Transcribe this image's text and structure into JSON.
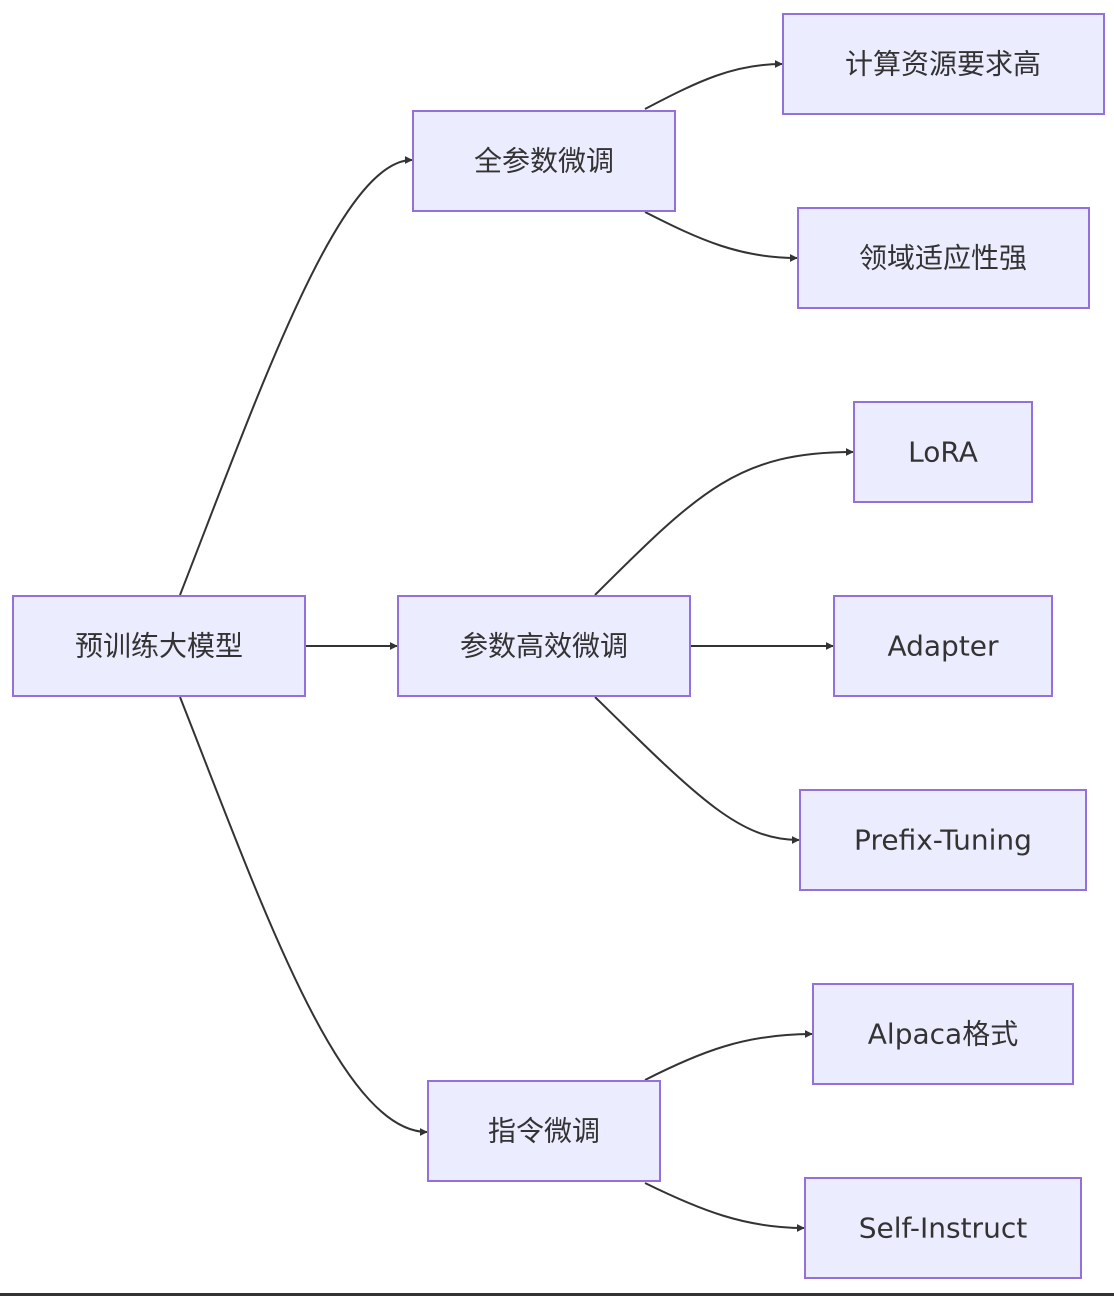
{
  "colors": {
    "node_fill": "#ECECFF",
    "node_border": "#9370DB",
    "edge": "#333333",
    "text": "#333333"
  },
  "nodes": {
    "root": {
      "label": "预训练大模型"
    },
    "full_finetune": {
      "label": "全参数微调"
    },
    "peft": {
      "label": "参数高效微调"
    },
    "instruct": {
      "label": "指令微调"
    },
    "compute_high": {
      "label": "计算资源要求高"
    },
    "domain_adapt": {
      "label": "领域适应性强"
    },
    "lora": {
      "label": "LoRA"
    },
    "adapter": {
      "label": "Adapter"
    },
    "prefix_tuning": {
      "label": "Prefix-Tuning"
    },
    "alpaca": {
      "label": "Alpaca格式"
    },
    "self_instruct": {
      "label": "Self-Instruct"
    }
  },
  "edges": [
    {
      "from": "root",
      "to": "full_finetune"
    },
    {
      "from": "root",
      "to": "peft"
    },
    {
      "from": "root",
      "to": "instruct"
    },
    {
      "from": "full_finetune",
      "to": "compute_high"
    },
    {
      "from": "full_finetune",
      "to": "domain_adapt"
    },
    {
      "from": "peft",
      "to": "lora"
    },
    {
      "from": "peft",
      "to": "adapter"
    },
    {
      "from": "peft",
      "to": "prefix_tuning"
    },
    {
      "from": "instruct",
      "to": "alpaca"
    },
    {
      "from": "instruct",
      "to": "self_instruct"
    }
  ]
}
